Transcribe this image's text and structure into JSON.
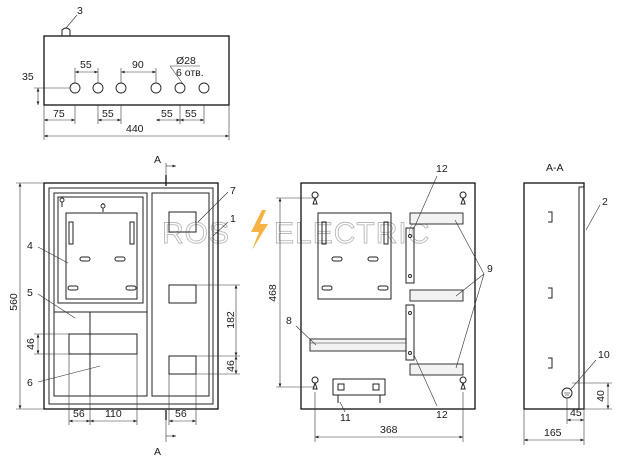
{
  "watermark": {
    "left": "ROS",
    "right": "ELECTRIC",
    "accent": "#f5a623"
  },
  "top_view": {
    "callout_3": "3",
    "dims": {
      "d35": "35",
      "d55a": "55",
      "d90": "90",
      "hole": "Ø28",
      "holes_count": "6 отв.",
      "d75": "75",
      "d55b": "55",
      "d55c": "55",
      "d55d": "55",
      "d440": "440"
    }
  },
  "front_view": {
    "section_mark_top": "A",
    "section_mark_bottom": "A",
    "callouts": {
      "c1": "1",
      "c4": "4",
      "c5": "5",
      "c6": "6",
      "c7": "7"
    },
    "dims": {
      "d560": "560",
      "d46a": "46",
      "d182": "182",
      "d46b": "46",
      "d56a": "56",
      "d110": "110",
      "d56b": "56"
    }
  },
  "panel_view": {
    "callouts": {
      "c8": "8",
      "c9": "9",
      "c11": "11",
      "c12a": "12",
      "c12b": "12"
    },
    "dims": {
      "d468": "468",
      "d368": "368"
    }
  },
  "section_view": {
    "title": "A-A",
    "callouts": {
      "c2": "2",
      "c10": "10"
    },
    "dims": {
      "d40": "40",
      "d45": "45",
      "d165": "165"
    }
  }
}
